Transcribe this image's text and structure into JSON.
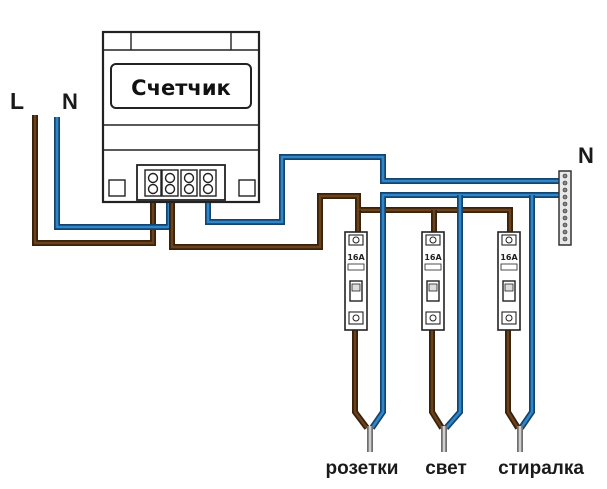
{
  "labels": {
    "line": "L",
    "neutral_in": "N",
    "neutral_bus": "N",
    "meter": "Счетчик"
  },
  "breakers": [
    {
      "rating": "16A",
      "load": "розетки"
    },
    {
      "rating": "16A",
      "load": "свет"
    },
    {
      "rating": "16A",
      "load": "стиралка"
    }
  ],
  "colors": {
    "phase": "#5a3614",
    "neutral": "#2f86c9",
    "load_cable": "#bdbdbd"
  }
}
